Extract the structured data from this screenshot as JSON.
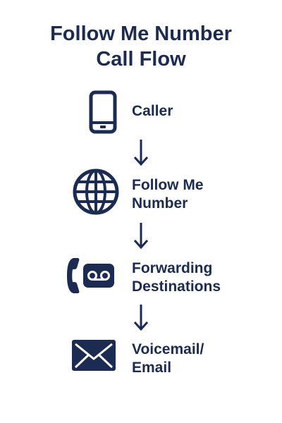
{
  "title": {
    "line1": "Follow Me Number",
    "line2": "Call Flow"
  },
  "steps": [
    {
      "label": "Caller",
      "icon": "mobile-phone-icon"
    },
    {
      "label": "Follow Me\nNumber",
      "icon": "globe-icon"
    },
    {
      "label": "Forwarding\nDestinations",
      "icon": "phone-voicemail-icon"
    },
    {
      "label": "Voicemail/\nEmail",
      "icon": "envelope-icon"
    }
  ],
  "colors": {
    "primary": "#1b2b52"
  }
}
